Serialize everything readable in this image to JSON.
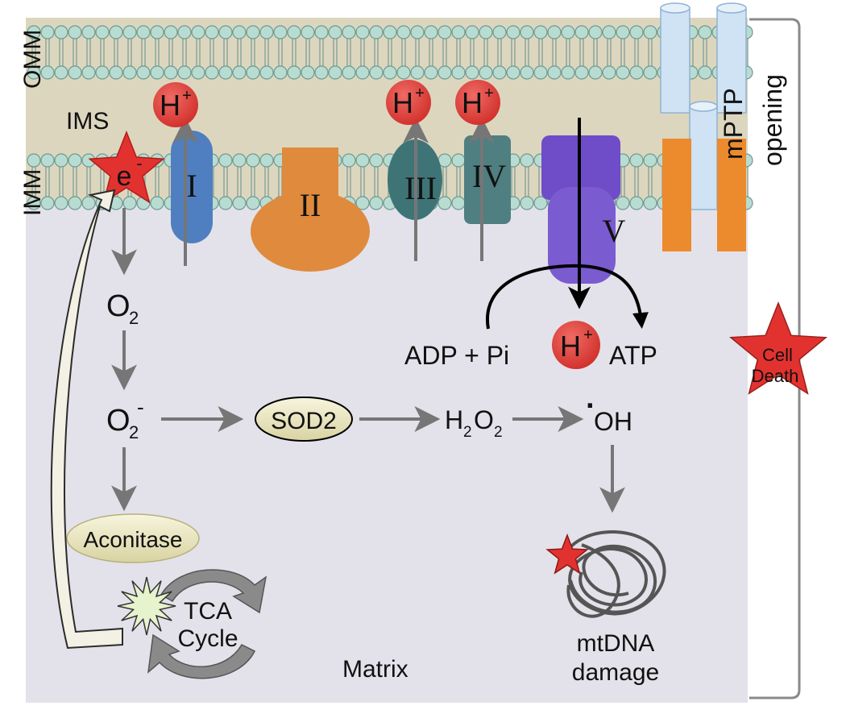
{
  "labels": {
    "omm": "OMM",
    "imm": "IMM",
    "ims": "IMS",
    "matrix": "Matrix",
    "opening": "opening",
    "mptp": "mPTP"
  },
  "proton": {
    "symbol": "H",
    "charge": "+"
  },
  "electron": {
    "symbol": "e",
    "charge": "-"
  },
  "complexes": [
    "I",
    "II",
    "III",
    "IV",
    "V"
  ],
  "species": {
    "o2": {
      "base": "O",
      "sub": "2"
    },
    "superoxide": {
      "base": "O",
      "sub": "2",
      "sup": "-"
    },
    "h2o2": {
      "h": "H",
      "hsub": "2",
      "o": "O",
      "osub": "2"
    },
    "hydroxyl": {
      "dot": "·",
      "text": "OH"
    },
    "adp": "ADP + Pi",
    "atp": "ATP"
  },
  "enzymes": {
    "sod2": "SOD2",
    "aconitase": "Aconitase"
  },
  "tca": {
    "line1": "TCA",
    "line2": "Cycle"
  },
  "mtdna": {
    "line1": "mtDNA",
    "line2": "damage"
  },
  "cell_death": {
    "line1": "Cell",
    "line2": "Death"
  },
  "colors": {
    "membrane_band": "#ddd6be",
    "matrix": "#e3e2ea",
    "lipid_head": "#b9dcd2",
    "lipid_head_stroke": "#6d9a90",
    "proton_red": "#e0413b",
    "complex_I": "#4f7fc0",
    "complex_II": "#df8a3d",
    "complex_III_IV": "#3f7477",
    "complex_V": "#6f4cc8",
    "mptp_blue": "#cfe3f4",
    "mptp_orange": "#ec8a2e",
    "arrow_gray": "#767676",
    "enzyme_fill": "#ebe7c4",
    "star_red": "#e2322f",
    "burst_fill": "#e6f3cc"
  }
}
